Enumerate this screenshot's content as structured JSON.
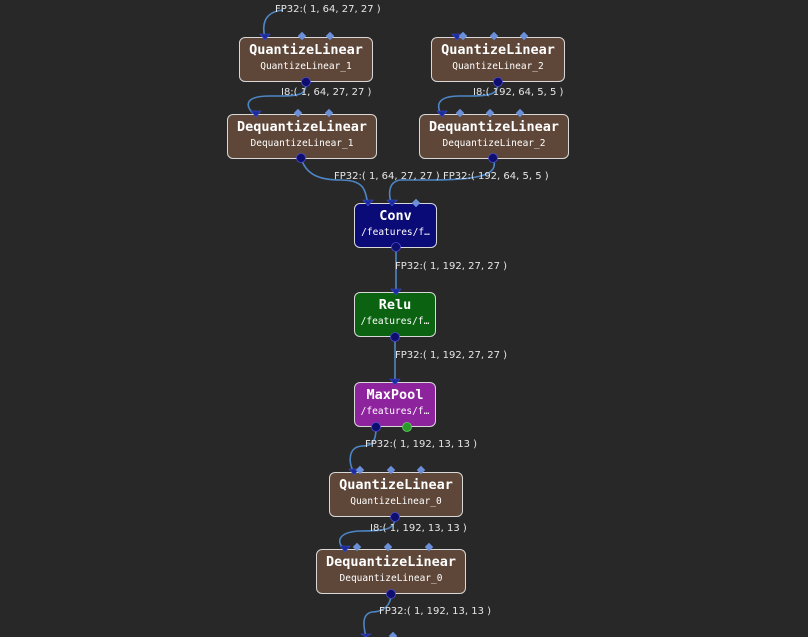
{
  "nodes": [
    {
      "id": "ql1",
      "op": "QuantizeLinear",
      "name": "QuantizeLinear_1",
      "color": "#5e4738"
    },
    {
      "id": "ql2",
      "op": "QuantizeLinear",
      "name": "QuantizeLinear_2",
      "color": "#5e4738"
    },
    {
      "id": "dql1",
      "op": "DequantizeLinear",
      "name": "DequantizeLinear_1",
      "color": "#5e4738"
    },
    {
      "id": "dql2",
      "op": "DequantizeLinear",
      "name": "DequantizeLinear_2",
      "color": "#5e4738"
    },
    {
      "id": "conv",
      "op": "Conv",
      "name": "/features/f…",
      "color": "#0b0b78"
    },
    {
      "id": "relu",
      "op": "Relu",
      "name": "/features/f…",
      "color": "#0b6311"
    },
    {
      "id": "maxpool",
      "op": "MaxPool",
      "name": "/features/f…",
      "color": "#8e239e"
    },
    {
      "id": "ql0",
      "op": "QuantizeLinear",
      "name": "QuantizeLinear_0",
      "color": "#5e4738"
    },
    {
      "id": "dql0",
      "op": "DequantizeLinear",
      "name": "DequantizeLinear_0",
      "color": "#5e4738"
    }
  ],
  "edge_labels": {
    "in_ql1": "FP32:( 1, 64, 27, 27 )",
    "ql1_dql1": "I8:( 1, 64, 27, 27 )",
    "ql2_dql2": "I8:( 192, 64, 5, 5 )",
    "dql1_conv": "FP32:( 1, 64, 27, 27 )",
    "dql2_conv": "FP32:( 192, 64, 5, 5 )",
    "conv_relu": "FP32:( 1, 192, 27, 27 )",
    "relu_maxpool": "FP32:( 1, 192, 27, 27 )",
    "maxpool_ql0": "FP32:( 1, 192, 13, 13 )",
    "ql0_dql0": "I8:( 1, 192, 13, 13 )",
    "dql0_out": "FP32:( 1, 192, 13, 13 )"
  },
  "colors": {
    "background": "#282828",
    "edge": "#4d86c4",
    "port_out": "#0e0e6e",
    "port_in": "#1c2c9c",
    "port_extra": "#6b8fd8",
    "maxpool_indices_port": "#2a9a2a"
  }
}
